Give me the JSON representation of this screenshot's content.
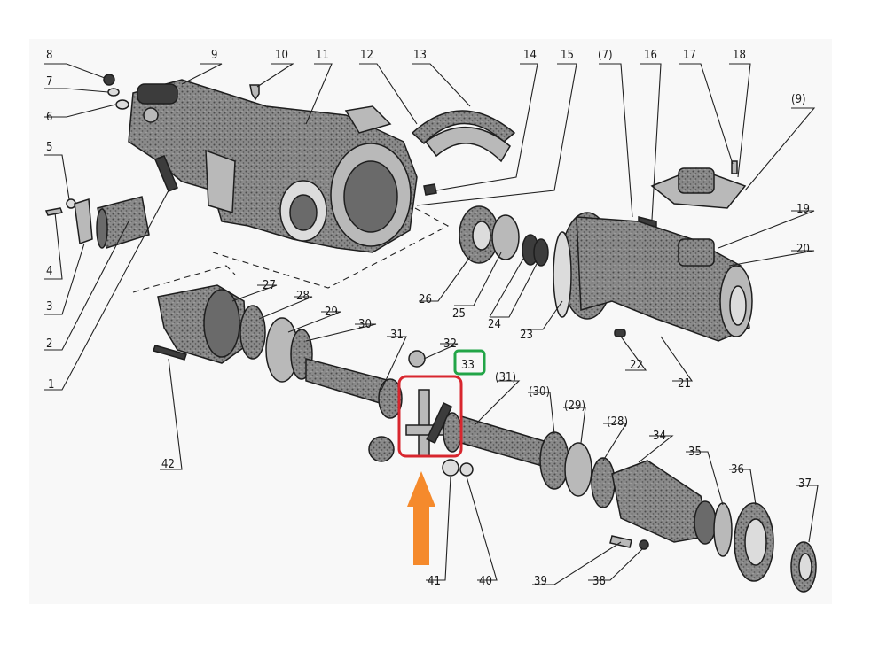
{
  "diagram": {
    "callouts": [
      "8",
      "9",
      "10",
      "11",
      "12",
      "13",
      "14",
      "15",
      "(7)",
      "16",
      "17",
      "18",
      "(9)",
      "7",
      "6",
      "5",
      "4",
      "3",
      "2",
      "1",
      "19",
      "20",
      "21",
      "22",
      "23",
      "24",
      "25",
      "26",
      "27",
      "28",
      "29",
      "30",
      "31",
      "32",
      "33",
      "(31)",
      "(30)",
      "(29)",
      "(28)",
      "34",
      "35",
      "36",
      "37",
      "38",
      "39",
      "40",
      "41",
      "42"
    ],
    "highlighted_callout": "33",
    "highlight_colors": {
      "callout_box": "#22a547",
      "part_box": "#d8262e",
      "arrow": "#f58a2c"
    }
  }
}
